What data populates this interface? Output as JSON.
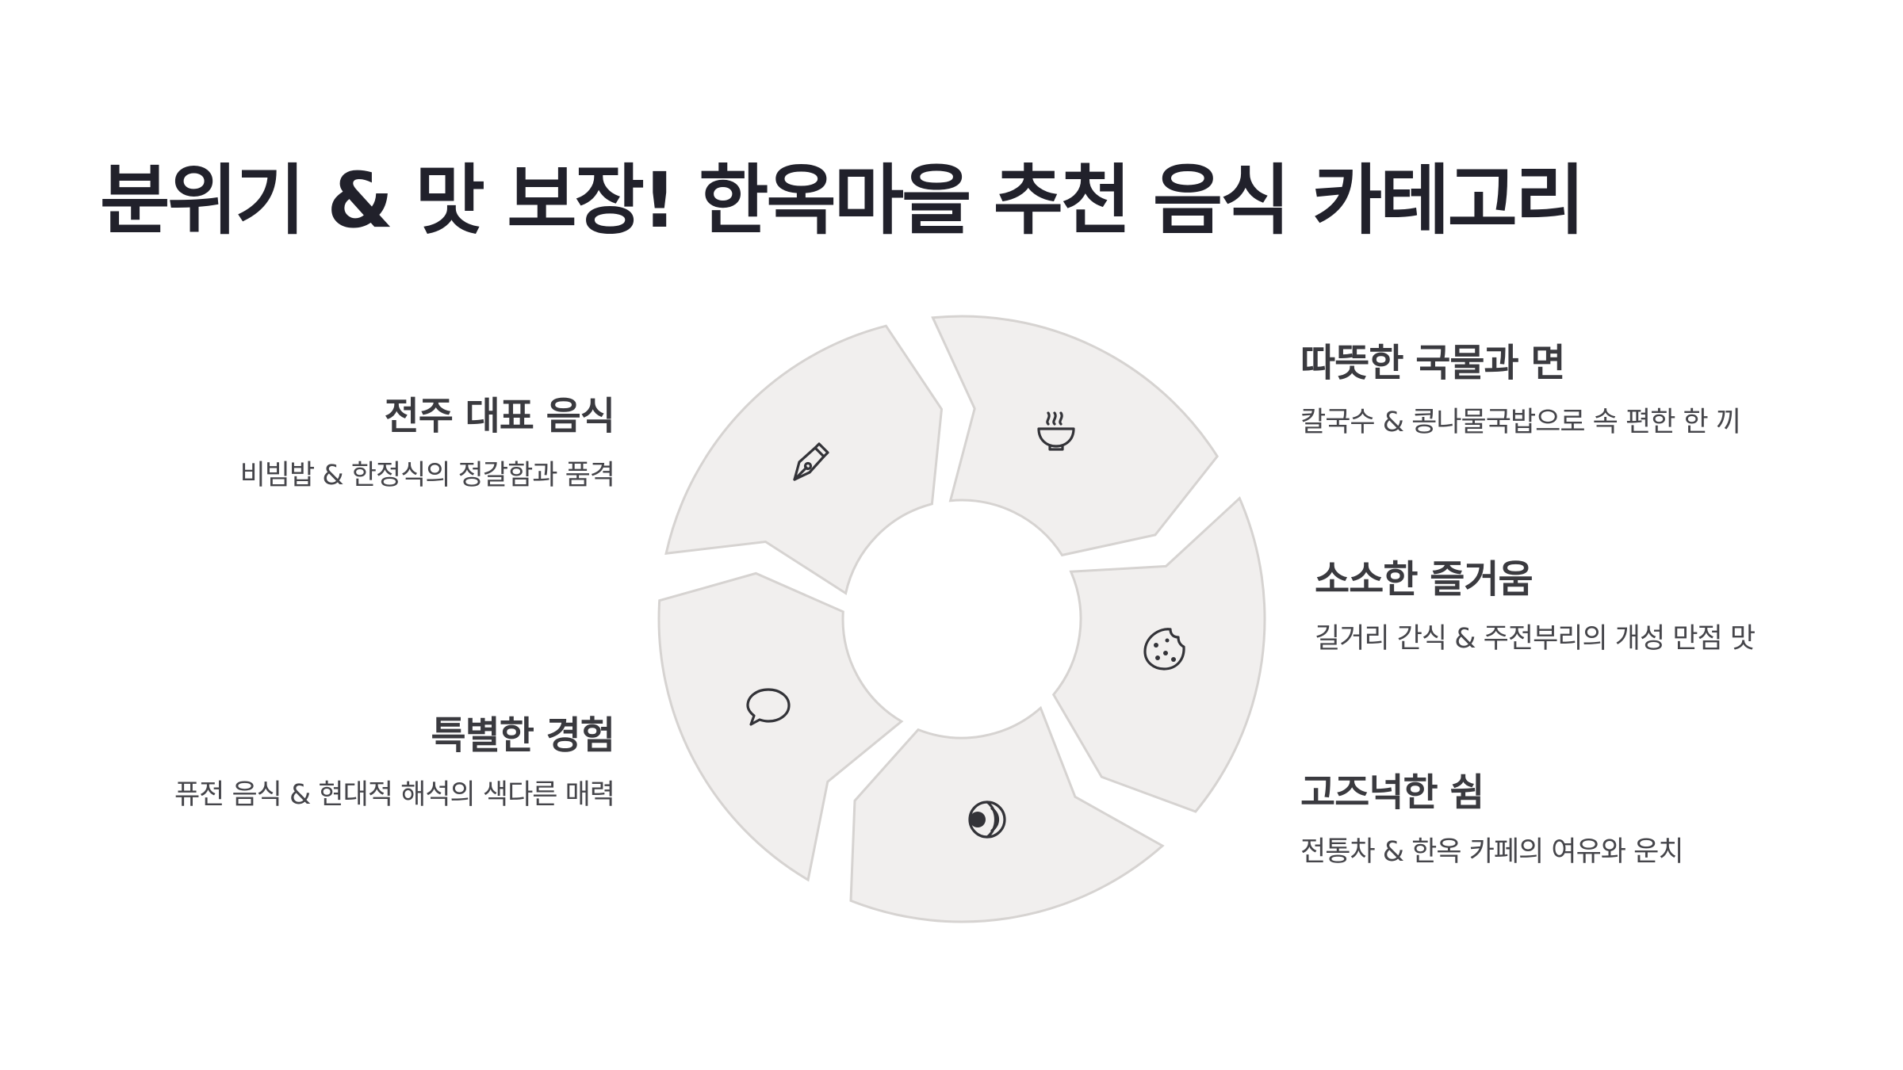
{
  "title": "분위기 & 맛 보장! 한옥마을 추천 음식 카테고리",
  "colors": {
    "segment_fill": "#f1efee",
    "segment_stroke": "#d6d3d1",
    "title": "#21212b",
    "heading": "#3a3a3f",
    "text": "#45454a"
  },
  "categories": [
    {
      "heading": "전주 대표 음식",
      "description": "비빔밥 & 한정식의 정갈함과 품격",
      "icon": "pen-nib-icon"
    },
    {
      "heading": "따뜻한 국물과 면",
      "description": "칼국수 & 콩나물국밥으로 속 편한 한 끼",
      "icon": "steaming-bowl-icon"
    },
    {
      "heading": "소소한 즐거움",
      "description": "길거리 간식 & 주전부리의 개성 만점 맛",
      "icon": "cookie-icon"
    },
    {
      "heading": "고즈넉한 쉼",
      "description": "전통차 & 한옥 카페의 여유와 운치",
      "icon": "tea-drop-icon"
    },
    {
      "heading": "특별한 경험",
      "description": "퓨전 음식 & 현대적 해석의 색다른 매력",
      "icon": "speech-bubble-icon"
    }
  ]
}
